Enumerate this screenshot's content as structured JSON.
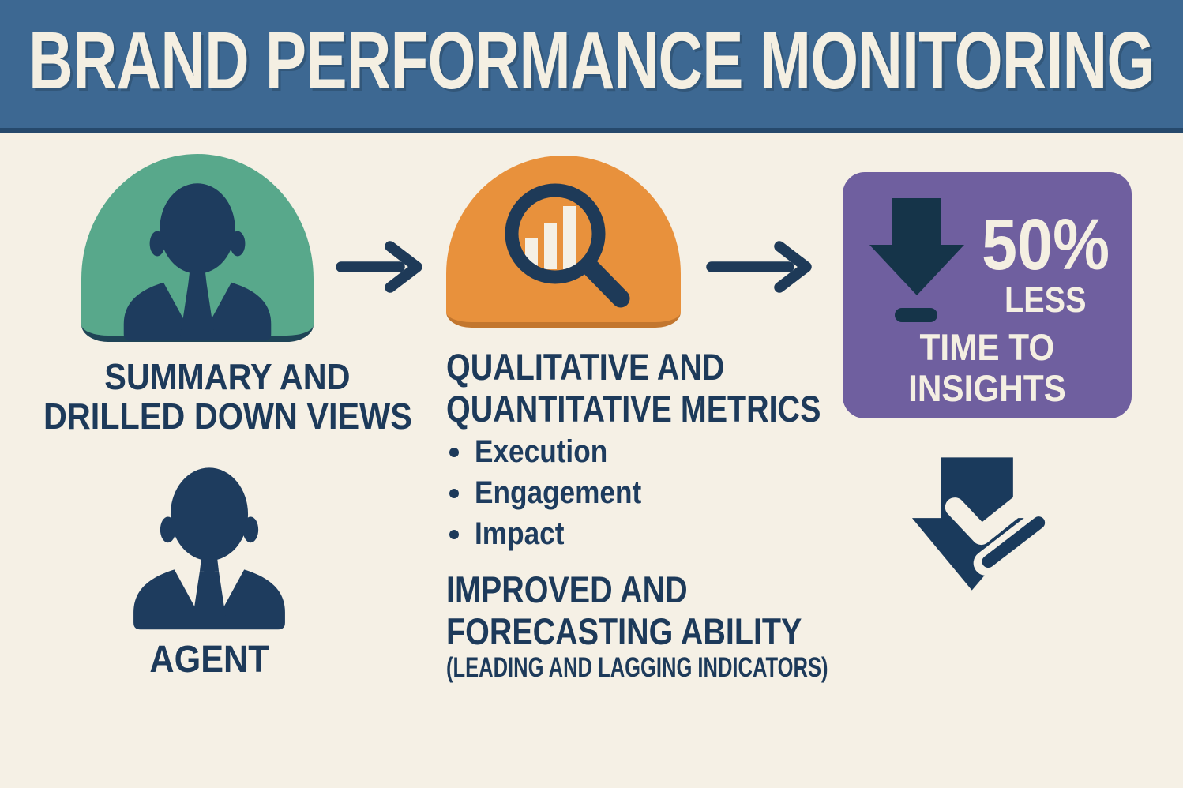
{
  "header": {
    "title": "BRAND PERFORMANCE MONITORING"
  },
  "flow": {
    "step1": {
      "icon": "businessman-icon",
      "label_line1": "SUMMARY AND",
      "label_line2": "DRILLED DOWN VIEWS",
      "agent_icon": "businessman-icon",
      "agent_label": "AGENT"
    },
    "step2": {
      "icon": "magnifier-bar-chart-icon",
      "heading_line1": "QUALITATIVE AND",
      "heading_line2": "QUANTITATIVE METRICS",
      "bullets": [
        "Execution",
        "Engagement",
        "Impact"
      ],
      "subheading_line1": "IMPROVED AND",
      "subheading_line2": "FORECASTING ABILITY",
      "subheading_note": "(LEADING AND LAGGING INDICATORS)"
    },
    "step3": {
      "icon": "decrease-arrow-icon",
      "stat_value": "50%",
      "stat_word": "LESS",
      "stat_line2": "TIME TO",
      "stat_line3": "INSIGHTS",
      "badge_icon": "down-arrow-double-check-icon"
    },
    "connector_icon": "right-arrow-icon"
  },
  "colors": {
    "header_background": "#3d6892",
    "background": "#f5f0e5",
    "step1_accent": "#58a88b",
    "step2_accent": "#e8913c",
    "step3_accent": "#6f5f9f",
    "text_primary": "#1d3a5a",
    "text_light": "#f4efe2"
  }
}
